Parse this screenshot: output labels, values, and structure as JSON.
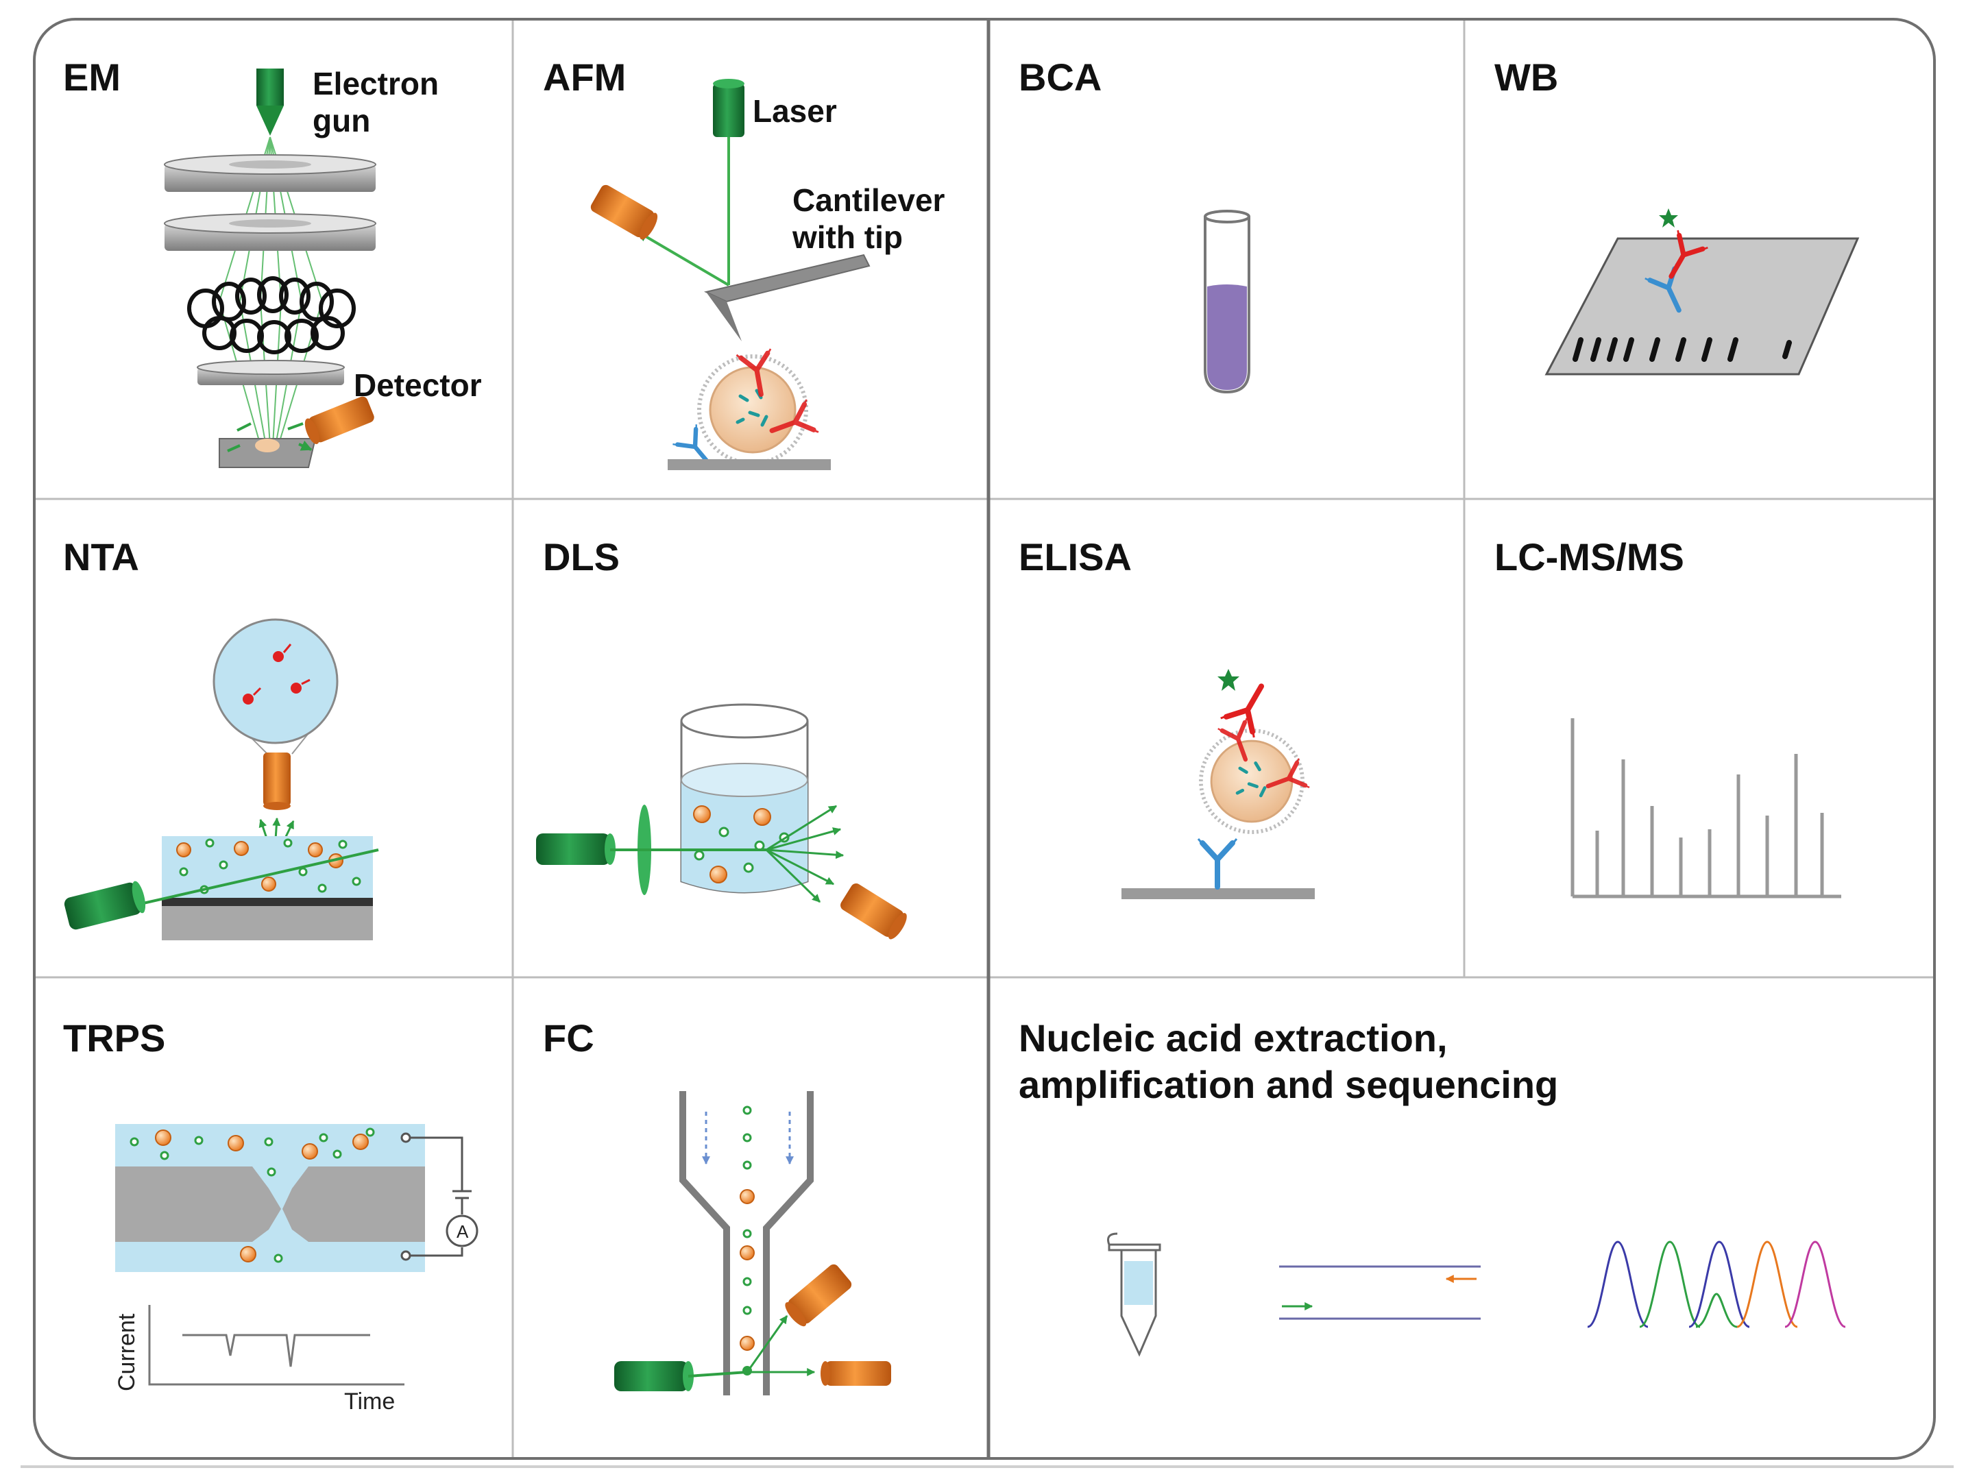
{
  "panels": {
    "em": {
      "title": "EM",
      "labels": {
        "electron_gun_1": "Electron",
        "electron_gun_2": "gun",
        "detector": "Detector"
      }
    },
    "afm": {
      "title": "AFM",
      "labels": {
        "laser": "Laser",
        "cantilever_1": "Cantilever",
        "cantilever_2": "with tip"
      }
    },
    "bca": {
      "title": "BCA"
    },
    "wb": {
      "title": "WB"
    },
    "nta": {
      "title": "NTA"
    },
    "dls": {
      "title": "DLS"
    },
    "elisa": {
      "title": "ELISA"
    },
    "lcms": {
      "title": "LC-MS/MS"
    },
    "trps": {
      "title": "TRPS",
      "labels": {
        "ammeter": "A",
        "y_axis": "Current",
        "x_axis": "Time"
      }
    },
    "fc": {
      "title": "FC"
    },
    "nucleic": {
      "title_line1": "Nucleic acid extraction,",
      "title_line2": "amplification and sequencing"
    }
  },
  "colors": {
    "green": "#1f8a3a",
    "orange": "#e8781e",
    "grey": "#a8a8a8",
    "fluid": "#bfe3f2",
    "red": "#e02020",
    "blue": "#3a8fd0",
    "purple": "#8c76b8"
  },
  "icons": [
    "electron-gun-icon",
    "detector-icon",
    "laser-icon",
    "cantilever-icon",
    "vesicle-icon",
    "test-tube-icon",
    "membrane-icon",
    "antibody-icon",
    "beaker-icon",
    "mass-spectrum-icon",
    "nanopore-icon",
    "flow-channel-icon",
    "microtube-icon",
    "primer-icon",
    "chromatogram-icon"
  ]
}
